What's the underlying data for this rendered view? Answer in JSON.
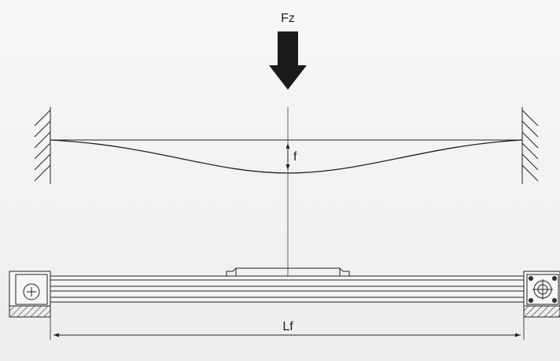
{
  "labels": {
    "force": "Fz",
    "deflection": "f",
    "length": "Lf"
  },
  "colors": {
    "line": "#1a1a1a",
    "arrow": "#1a1a1a",
    "background": "#f2f2f2"
  }
}
